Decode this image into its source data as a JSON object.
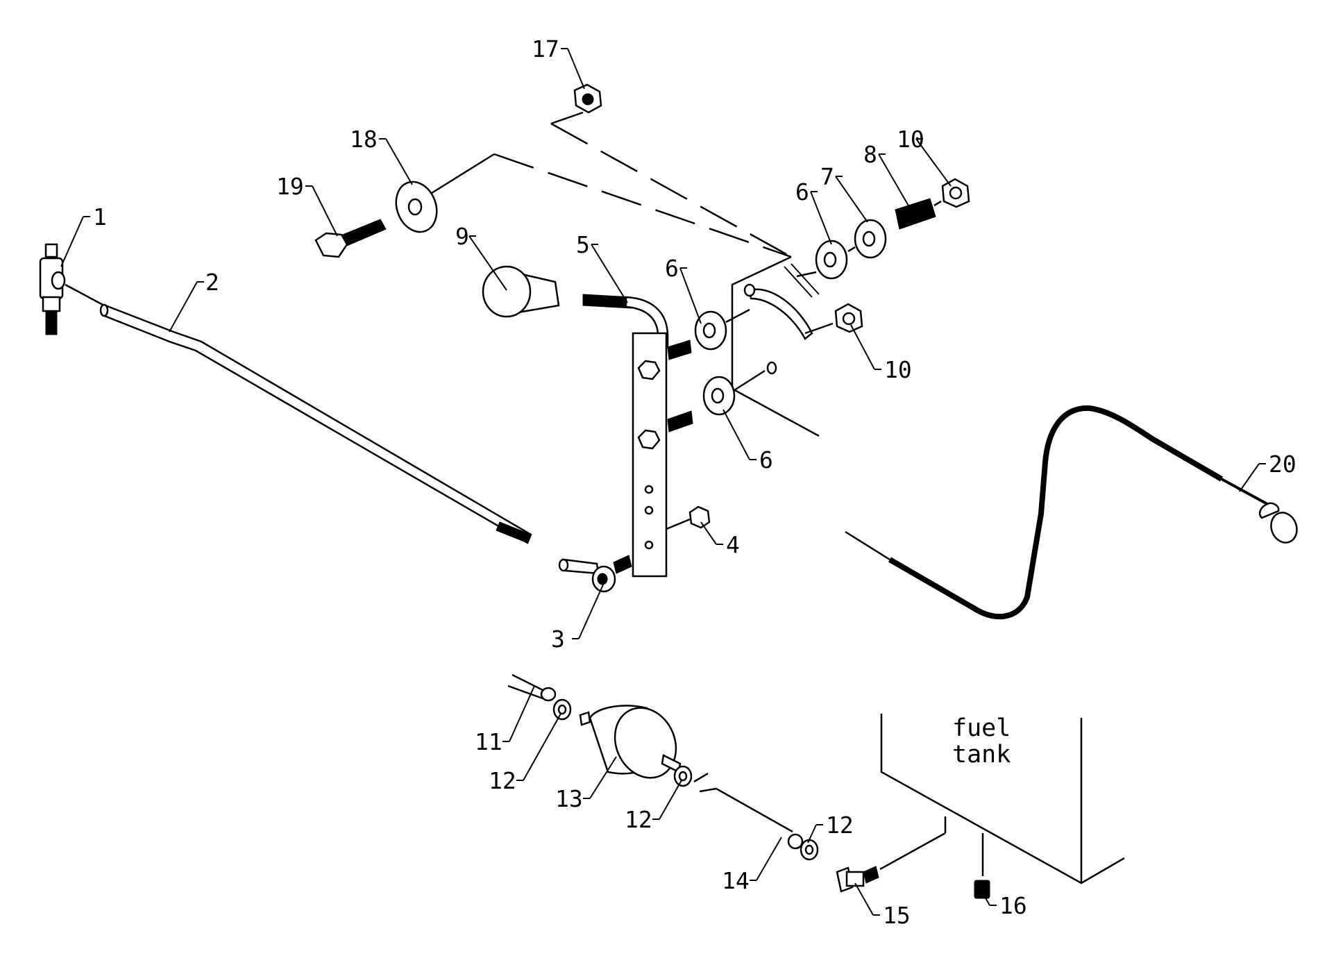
{
  "callouts": {
    "c1": "1",
    "c2": "2",
    "c3": "3",
    "c4": "4",
    "c5": "5",
    "c6a": "6",
    "c6b": "6",
    "c6c": "6",
    "c7": "7",
    "c8": "8",
    "c9": "9",
    "c10a": "10",
    "c10b": "10",
    "c11": "11",
    "c12a": "12",
    "c12b": "12",
    "c12c": "12",
    "c13": "13",
    "c14": "14",
    "c15": "15",
    "c16": "16",
    "c17": "17",
    "c18": "18",
    "c19": "19",
    "c20": "20"
  },
  "fuel_tank": {
    "line1": "fuel",
    "line2": "tank"
  }
}
